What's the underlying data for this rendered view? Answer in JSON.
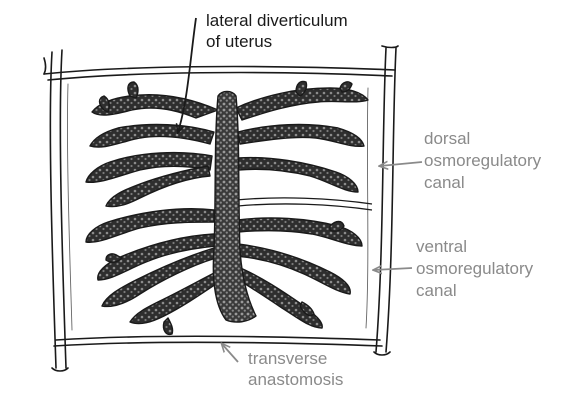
{
  "colors": {
    "ink": "#1a1a1a",
    "label_dark": "#1a1a1a",
    "label_gray": "#8a8a8a",
    "uterus_fill": "#303030",
    "segment_bg": "#ffffff"
  },
  "labels": {
    "uterus": [
      "lateral diverticulum",
      "of uterus"
    ],
    "dorsal": [
      "dorsal",
      "osmoregulatory",
      "canal"
    ],
    "ventral": [
      "ventral",
      "osmoregulatory",
      "canal"
    ],
    "anastomosis": [
      "transverse",
      "anastomosis"
    ]
  }
}
